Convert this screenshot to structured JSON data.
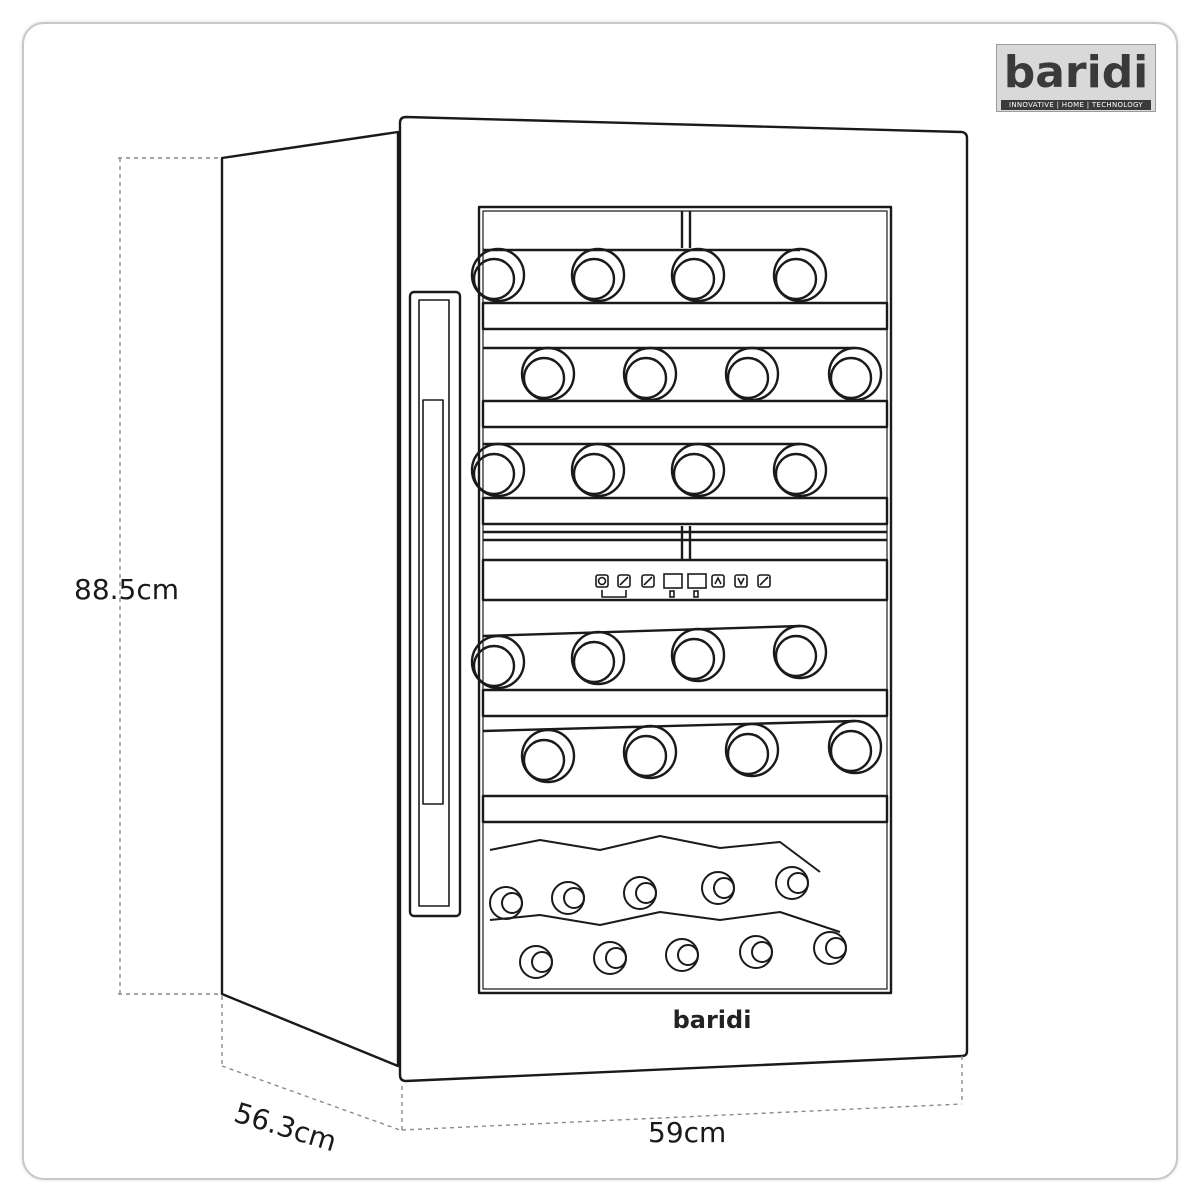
{
  "logo": {
    "wordmark": "baridi",
    "tagline": "INNOVATIVE | HOME | TECHNOLOGY",
    "background": "#d9d9d9",
    "text_color": "#3a3a3a"
  },
  "product": {
    "front_brand": "baridi",
    "icons": [
      "power-icon",
      "light-icon",
      "lock-icon",
      "zone-display-icon",
      "zone-display-icon",
      "up-arrow-icon",
      "down-arrow-icon",
      "fan-icon"
    ]
  },
  "dimensions": {
    "height": "88.5cm",
    "depth": "56.3cm",
    "width": "59cm"
  },
  "colors": {
    "line": "#1a1a1a",
    "dashed": "#8a8a8a",
    "frame": "#c8c8c8"
  }
}
